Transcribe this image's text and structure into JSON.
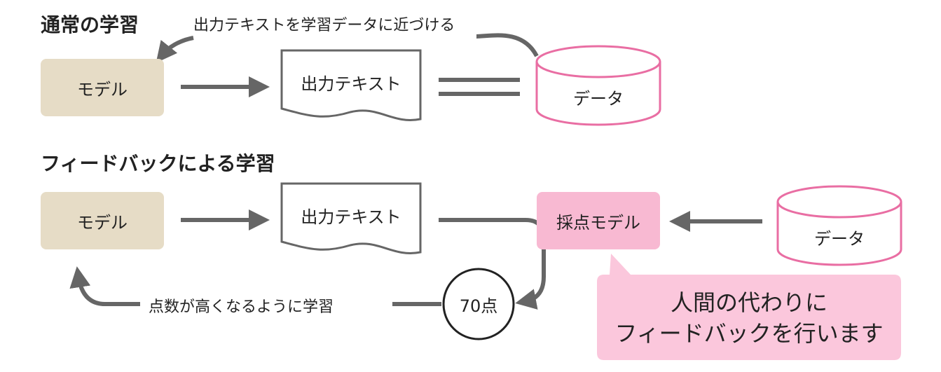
{
  "normal": {
    "title": "通常の学習",
    "feedback_label": "出力テキストを学習データに近づける",
    "model_label": "モデル",
    "output_label": "出力テキスト",
    "data_label": "データ"
  },
  "feedback": {
    "title": "フィードバックによる学習",
    "model_label": "モデル",
    "output_label": "出力テキスト",
    "score_model_label": "採点モデル",
    "data_label": "データ",
    "score_label": "70点",
    "learn_label": "点数が高くなるように学習",
    "callout_line1": "人間の代わりに",
    "callout_line2": "フィードバックを行います"
  },
  "colors": {
    "model_fill": "#e6dcc6",
    "score_fill": "#f8b9d2",
    "callout_fill": "#fbc7dc",
    "cylinder_stroke": "#e96ea3",
    "arrow": "#666666",
    "doc_stroke": "#666666"
  }
}
